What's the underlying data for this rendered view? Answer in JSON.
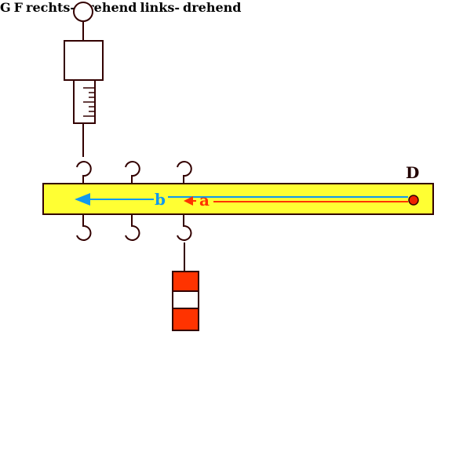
{
  "labels": {
    "force": "F",
    "weight": "G",
    "pivot": "D",
    "lever_arm_a": "a",
    "lever_arm_b": "b",
    "clockwise": [
      "rechts-",
      "drehend"
    ],
    "counterclockwise": [
      "links-",
      "drehend"
    ]
  },
  "colors": {
    "background": "#ffffff",
    "lever": "#ffff33",
    "outline": "#330000",
    "force": "#1199ee",
    "weight": "#ff3300",
    "text_dark": "#440000",
    "pivot_fill": "#ee2200"
  },
  "icons": {
    "force_arrow": "arrow-up-icon",
    "weight_arrow": "arrow-down-icon",
    "clockwise": "rotate-clockwise-icon",
    "counterclockwise": "rotate-counterclockwise-icon"
  }
}
